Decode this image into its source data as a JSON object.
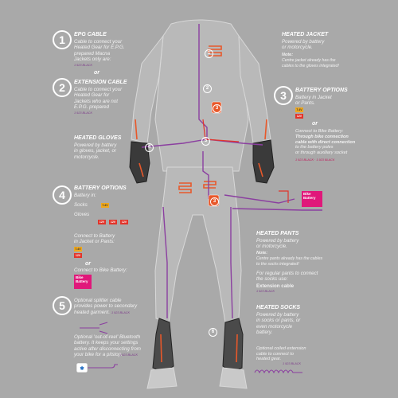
{
  "colors": {
    "background": "#a9a9a9",
    "accent_purple": "#7d3b8a",
    "accent_orange": "#e8582a",
    "battery_yellow": "#f0a81c",
    "battery_red": "#e2342a",
    "bike_pink": "#e0187a"
  },
  "steps": [
    {
      "num": "1",
      "title": "EPG CABLE",
      "desc": [
        "Cable to connect your",
        "Heated Gear for E.P.G.",
        "prepared Macna",
        "Jackets only are:"
      ],
      "code": "1 923 BLACK"
    },
    {
      "num": "2",
      "title": "EXTENSION CABLE",
      "desc": [
        "Cable to connect your",
        "Heated Gear for",
        "Jackets who are not",
        "E.P.G. prepared"
      ],
      "code": "1 923 BLACK"
    },
    {
      "num": "3",
      "title": "BATTERY OPTIONS",
      "desc": [
        "Battery in Jacket",
        "or Pants."
      ]
    },
    {
      "num": "4",
      "title": "BATTERY OPTIONS",
      "desc": [
        "Battery in:"
      ]
    },
    {
      "num": "5"
    }
  ],
  "or_text": "or",
  "heated_gloves": {
    "title": "HEATED GLOVES",
    "desc": [
      "Powered by battery",
      "in gloves, jacket, or",
      "motorcycle."
    ]
  },
  "heated_jacket": {
    "title": "HEATED JACKET",
    "desc": [
      "Powered by battery",
      "or motorcycle."
    ],
    "note_label": "Note:",
    "note": [
      "Centre jacket already has the",
      "cables to the gloves integrated!"
    ]
  },
  "heated_pants": {
    "title": "HEATED PANTS",
    "desc": [
      "Powered by battery",
      "or motorcycle."
    ],
    "note_label": "Note:",
    "note": [
      "Centre pants already has the cables",
      "to the socks integrated!"
    ],
    "regular": [
      "For regular pants to connect",
      "the socks use:"
    ],
    "ext_label": "Extension cable",
    "code": "1 923 BLACK"
  },
  "heated_socks": {
    "title": "HEATED SOCKS",
    "desc": [
      "Powered by battery",
      "in socks or pants, or",
      "even motorcycle",
      "battery."
    ]
  },
  "bike_conn": {
    "lines": [
      "Connect to Bike Battery:",
      "Through bike connection",
      "cable with direct connection",
      "to the battery poles",
      "or through auxiliary socket"
    ],
    "codes": [
      "1 923 BLACK",
      "1 923 BLACK"
    ]
  },
  "step4": {
    "socks": "Socks",
    "gloves": "Gloves",
    "connect_jacket": [
      "Connect to Battery",
      "in Jacket or Pants:"
    ],
    "connect_bike": "Connect to Bike Battery:"
  },
  "step5": {
    "lines": [
      "Optional splitter cable",
      "provides power to secondary",
      "heated garment."
    ],
    "code": "1 923 BLACK"
  },
  "bluetooth": {
    "lines": [
      "Optional 'out-of-reel' Bluetooth",
      "battery. It keeps your settings",
      "active after disconnecting from",
      "your bike for a pitstop."
    ],
    "code": "1 923 BLACK"
  },
  "coiled": {
    "lines": [
      "Optional coiled extension",
      "cable to connect to",
      "heated gear."
    ],
    "code": "1 923 BLACK"
  },
  "battery_labels": {
    "b7": "7.4V",
    "b12": "12V",
    "bike": [
      "Bike",
      "Battery"
    ]
  },
  "diagram_markers": [
    "1",
    "2",
    "3",
    "4",
    "5",
    "6"
  ]
}
